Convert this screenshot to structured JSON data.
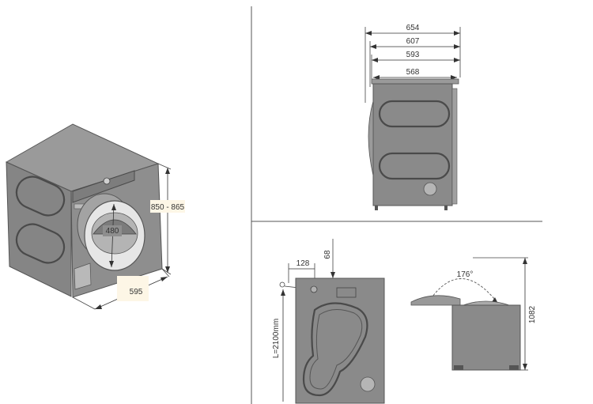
{
  "diagram": {
    "perspective_view": {
      "height_label": "850 - 865",
      "depth_label": "595",
      "door_label": "480"
    },
    "top_view": {
      "dims": [
        "654",
        "607",
        "593",
        "568"
      ]
    },
    "rear_view": {
      "dim_128": "128",
      "dim_68": "68",
      "hose_label": "L=2100mm"
    },
    "door_open_view": {
      "angle_label": "176°",
      "height_label": "1082"
    },
    "colors": {
      "machine_body": "#8a8a8a",
      "highlight_box": "#fdf6e6"
    }
  }
}
